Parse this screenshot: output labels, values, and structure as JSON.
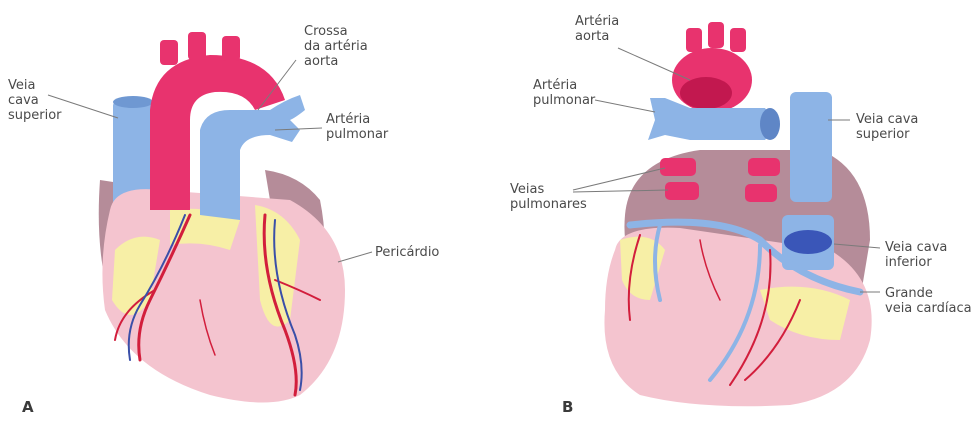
{
  "panels": {
    "a": {
      "letter": "A",
      "labels": {
        "veia_cava_superior": "Veia\ncava\nsuperior",
        "crossa_da_arteria_aorta": "Crossa\nda artéria\naorta",
        "arteria_pulmonar": "Artéria\npulmonar",
        "pericardio": "Pericárdio"
      }
    },
    "b": {
      "letter": "B",
      "labels": {
        "arteria_aorta": "Artéria\naorta",
        "arteria_pulmonar": "Artéria\npulmonar",
        "veia_cava_superior": "Veia cava\nsuperior",
        "veias_pulmonares": "Veias\npulmonares",
        "veia_cava_inferior": "Veia cava\ninferior",
        "grande_veia_cardiaca": "Grande\nveia cardíaca"
      }
    }
  },
  "colors": {
    "aorta": "#e8336e",
    "vein_blue": "#8db4e6",
    "heart_pink": "#f4c4cf",
    "pericardium": "#b58c99",
    "fat": "#f7efa6",
    "artery_red": "#d21e3c",
    "vein_dark": "#3a4fa8"
  }
}
